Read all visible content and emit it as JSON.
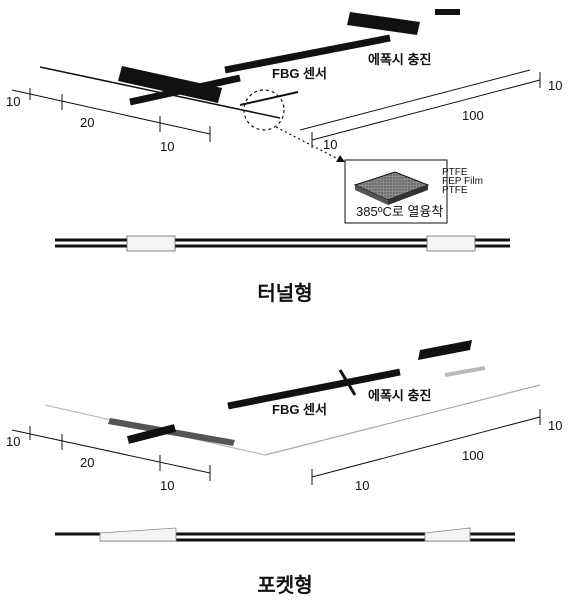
{
  "top": {
    "label_fbg": "FBG 센서",
    "label_epoxy": "에폭시 충진",
    "dims": {
      "d10_left": "10",
      "d20": "20",
      "d10_mid": "10",
      "d10_right_top": "10",
      "d100": "100",
      "d10_bottom": "10"
    },
    "inset": {
      "layer1": "PTFE",
      "layer2": "FEP Film",
      "layer3": "PTFE",
      "caption": "385ºC로 열융착"
    },
    "title": "터널형"
  },
  "bottom": {
    "label_fbg": "FBG 센서",
    "label_epoxy": "에폭시 충진",
    "dims": {
      "d10_left": "10",
      "d20": "20",
      "d10_mid": "10",
      "d10_right_top": "10",
      "d100": "100",
      "d10_bottom": "10"
    },
    "title": "포켓형"
  }
}
